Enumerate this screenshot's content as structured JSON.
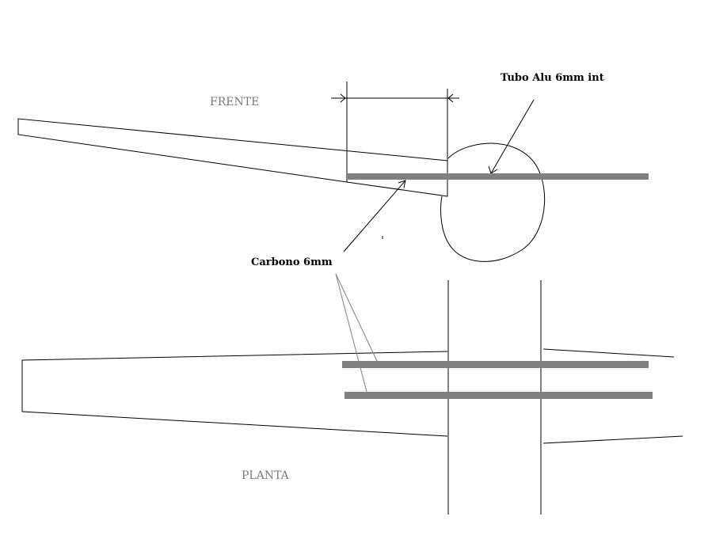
{
  "labels": {
    "front_view": "FRENTE",
    "plan_view": "PLANTA",
    "aluminium_tube": "Tubo Alu 6mm int",
    "carbon_rod": "Carbono 6mm"
  },
  "colors": {
    "line": "#000000",
    "rod": "#808080",
    "leader_gray": "#808080",
    "view_label": "#7a7a7a"
  }
}
